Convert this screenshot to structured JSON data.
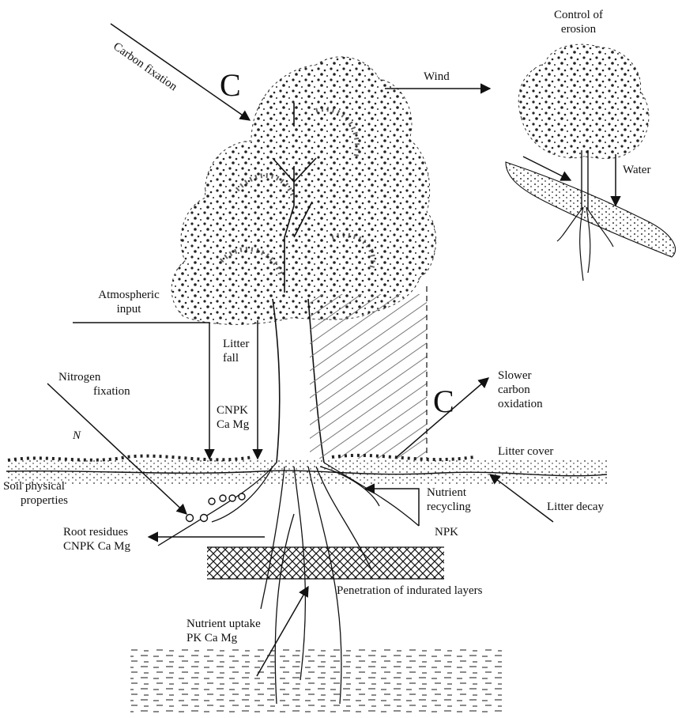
{
  "labels": {
    "carbon_fixation": "Carbon fixation",
    "carbon_symbol": "C",
    "wind": "Wind",
    "control_of_erosion": [
      "Control of",
      "erosion"
    ],
    "water": "Water",
    "atmospheric_input": [
      "Atmospheric",
      "input"
    ],
    "litter_fall": [
      "Litter",
      "fall"
    ],
    "nitrogen_fixation": [
      "Nitrogen",
      "fixation"
    ],
    "n_symbol": "N",
    "cnpk_ca_mg": [
      "CNPK",
      "Ca Mg"
    ],
    "oxidation_symbol": "C",
    "slower_carbon_oxidation": [
      "Slower",
      "carbon",
      "oxidation"
    ],
    "litter_cover": "Litter cover",
    "soil_physical_properties": [
      "Soil physical",
      "properties"
    ],
    "nutrient_recycling": [
      "Nutrient",
      "recycling"
    ],
    "litter_decay": "Litter decay",
    "root_residues": [
      "Root residues",
      "CNPK Ca Mg"
    ],
    "npk": "NPK",
    "penetration": "Penetration of indurated layers",
    "nutrient_uptake": [
      "Nutrient uptake",
      "PK Ca Mg"
    ]
  },
  "colors": {
    "ink": "#111111",
    "background": "#ffffff"
  }
}
